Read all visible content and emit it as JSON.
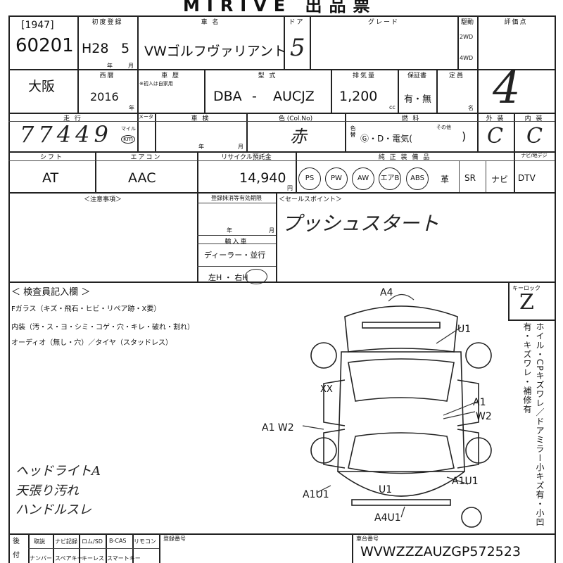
{
  "title": "MIRIVE 出品票",
  "headers": {
    "first_reg": "初度登録",
    "car_name": "車 名",
    "door": "ドア",
    "grade": "グレード",
    "drive": "駆動",
    "rating": "評価点",
    "western": "西暦",
    "vehicle_no_hdr": "車 歴",
    "vehicle_no_sub": "※初入は自家用",
    "model": "型 式",
    "displacement": "排気量",
    "warranty": "保証書",
    "capacity": "定員",
    "mileage": "走 行",
    "meter": "メータ",
    "inspection": "車 検",
    "color": "色 (Col.No)",
    "fuel": "燃 料",
    "exterior": "外 装",
    "interior": "内 装",
    "shift": "シフト",
    "aircon": "エアコン",
    "recycle": "リサイクル預託金",
    "equipment": "純 正 装 備 品",
    "nav_tv": "ナビ/地デジ",
    "notes": "＜注意事項＞",
    "reg_history": "登録抹消等有効期限",
    "sales_point": "＜セールスポイント＞",
    "import": "輸入車",
    "inspector": "＜ 検査員記入欄 ＞",
    "key_lock": "キーロック",
    "frame_no": "車台番号",
    "reg_no": "登録番号"
  },
  "entry_no_prefix": "[1947]",
  "entry_no": "60201",
  "region": "大阪",
  "era_year": "H28",
  "month": "5",
  "year_unit": "年",
  "month_unit": "月",
  "western_year": "2016",
  "car_name": "VWゴルフヴァリアント",
  "doors": "5",
  "drive_options": [
    "2WD",
    "4WD"
  ],
  "rating_score": "4",
  "model_prefix": "DBA",
  "model_dash": "-",
  "model_code": "AUCJZ",
  "displacement": "1,200",
  "displacement_unit": "cc",
  "warranty_value": "有・無",
  "capacity_unit": "名",
  "mileage": "77449",
  "mileage_unit_miles": "マイル",
  "mileage_unit_km": "km",
  "inspection_year": "年",
  "inspection_month": "月",
  "color_value": "赤",
  "color_side": "色替",
  "fuel_options": "Ⓖ・D・電気(",
  "fuel_other": "その他",
  "fuel_close": ")",
  "exterior_grade": "C",
  "interior_grade": "C",
  "shift_value": "AT",
  "aircon_value": "AAC",
  "recycle_fee": "14,940",
  "recycle_unit": "円",
  "equipment_items": [
    "PS",
    "PW",
    "AW",
    "エアB",
    "ABS",
    "革",
    "SR",
    "ナビ",
    "DTV"
  ],
  "import_dealer": "ディーラー・並行",
  "steering": "左H ・ 右H",
  "sales_point_text": "プッシュスタート",
  "inspector_line1": "Fガラス（キズ・飛石・ヒビ・リペア跡・X要）",
  "inspector_line2": "内装（汚・ス・ヨ・シミ・コゲ・穴・キレ・破れ・割れ）",
  "inspector_line3": "オーディオ（無し・穴）／タイヤ（スタッドレス）",
  "handwritten_notes": [
    "ヘッドライトA",
    "天張り汚れ",
    "ハンドルスレ"
  ],
  "key_lock_value": "Z",
  "vertical_note": "ホイル・CPキズワレ／ドアミラー小キズ有・小凹有・キズワレ・補修有",
  "damage_codes": [
    "A4",
    "U1",
    "XX",
    "A1",
    "W2",
    "A1 W2",
    "A1U1",
    "A1U1",
    "U1",
    "A4U1"
  ],
  "bottom_labels": [
    "後",
    "付",
    "取説",
    "ナビ記録",
    "ロム/SD",
    "B-CAS",
    "リモコン",
    "ナンバー",
    "スペアキー",
    "キーレス",
    "スマートキー"
  ],
  "frame_no": "WVWZZZAUZGP572523"
}
